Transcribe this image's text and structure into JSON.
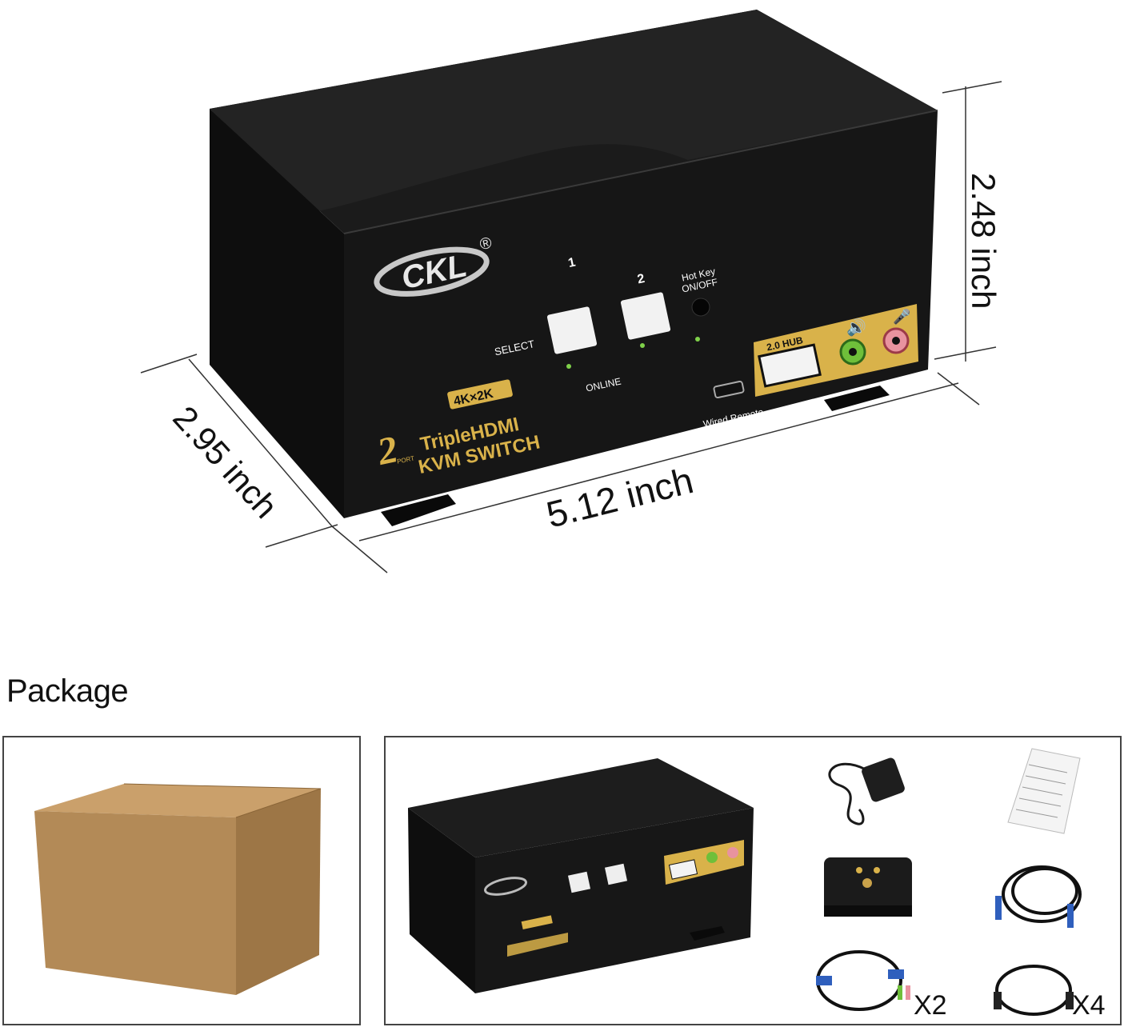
{
  "dimensions": {
    "height_label": "2.48 inch",
    "depth_label": "2.95 inch",
    "width_label": "5.12 inch"
  },
  "device": {
    "brand": "CKL",
    "registered_mark": "®",
    "port1_label": "1",
    "port2_label": "2",
    "select_label": "SELECT",
    "hotkey_label_line1": "Hot Key",
    "hotkey_label_line2": "ON/OFF",
    "online_label": "ONLINE",
    "hub_label": "2.0 HUB",
    "wired_remote_label": "Wired Remote",
    "resolution_badge": "4K×2K",
    "product_line1": "TripleHDMI",
    "product_line2": "KVM SWITCH",
    "port_count": "2",
    "port_word": "PORT"
  },
  "package": {
    "title": "Package",
    "cable_set_qty": "X2",
    "usb_cable_qty": "X4"
  },
  "colors": {
    "device_body": "#141414",
    "gold_accent": "#d9b24a",
    "box_cardboard": "#b38a57"
  }
}
